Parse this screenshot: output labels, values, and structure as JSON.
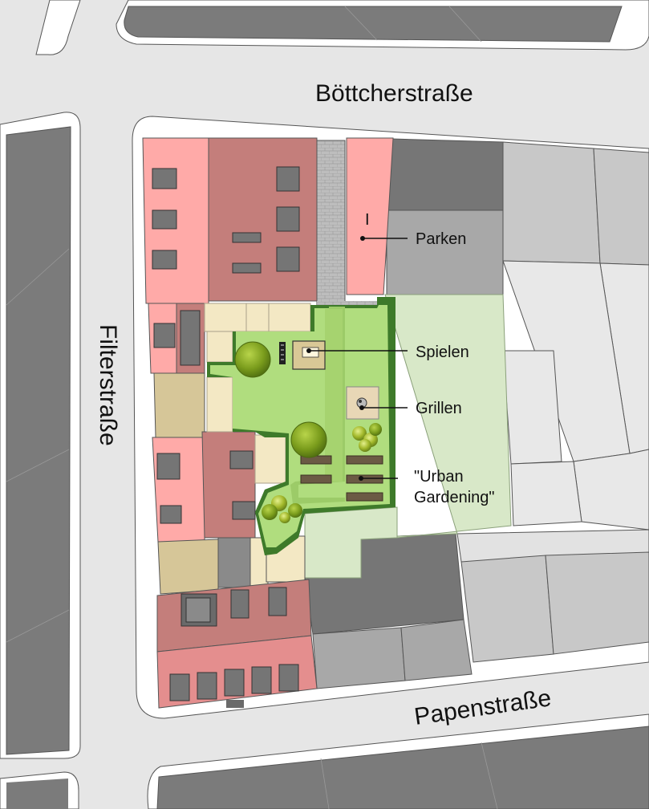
{
  "streets": {
    "north": "Böttcherstraße",
    "west": "Filterstraße",
    "south": "Papenstraße"
  },
  "annotations": {
    "parking": "Parken",
    "parking_marker": "I",
    "play": "Spielen",
    "grill": "Grillen",
    "gardening_line1": "\"Urban",
    "gardening_line2": "Gardening\""
  },
  "colors": {
    "street": "#e6e6e6",
    "building_pink": "#ffaaa8",
    "building_rose": "#c47e7b",
    "building_dark": "#767676",
    "building_grey": "#a8a8a8",
    "building_light": "#c8c8c8",
    "lawn": "#b0dd7e",
    "garden_pale": "#d8e8c8",
    "garden_border": "#3e7a2a",
    "sand": "#d6c698",
    "terrace": "#f3e8c4",
    "pavers": "#bbbbbb",
    "tree": "#7aa219"
  }
}
